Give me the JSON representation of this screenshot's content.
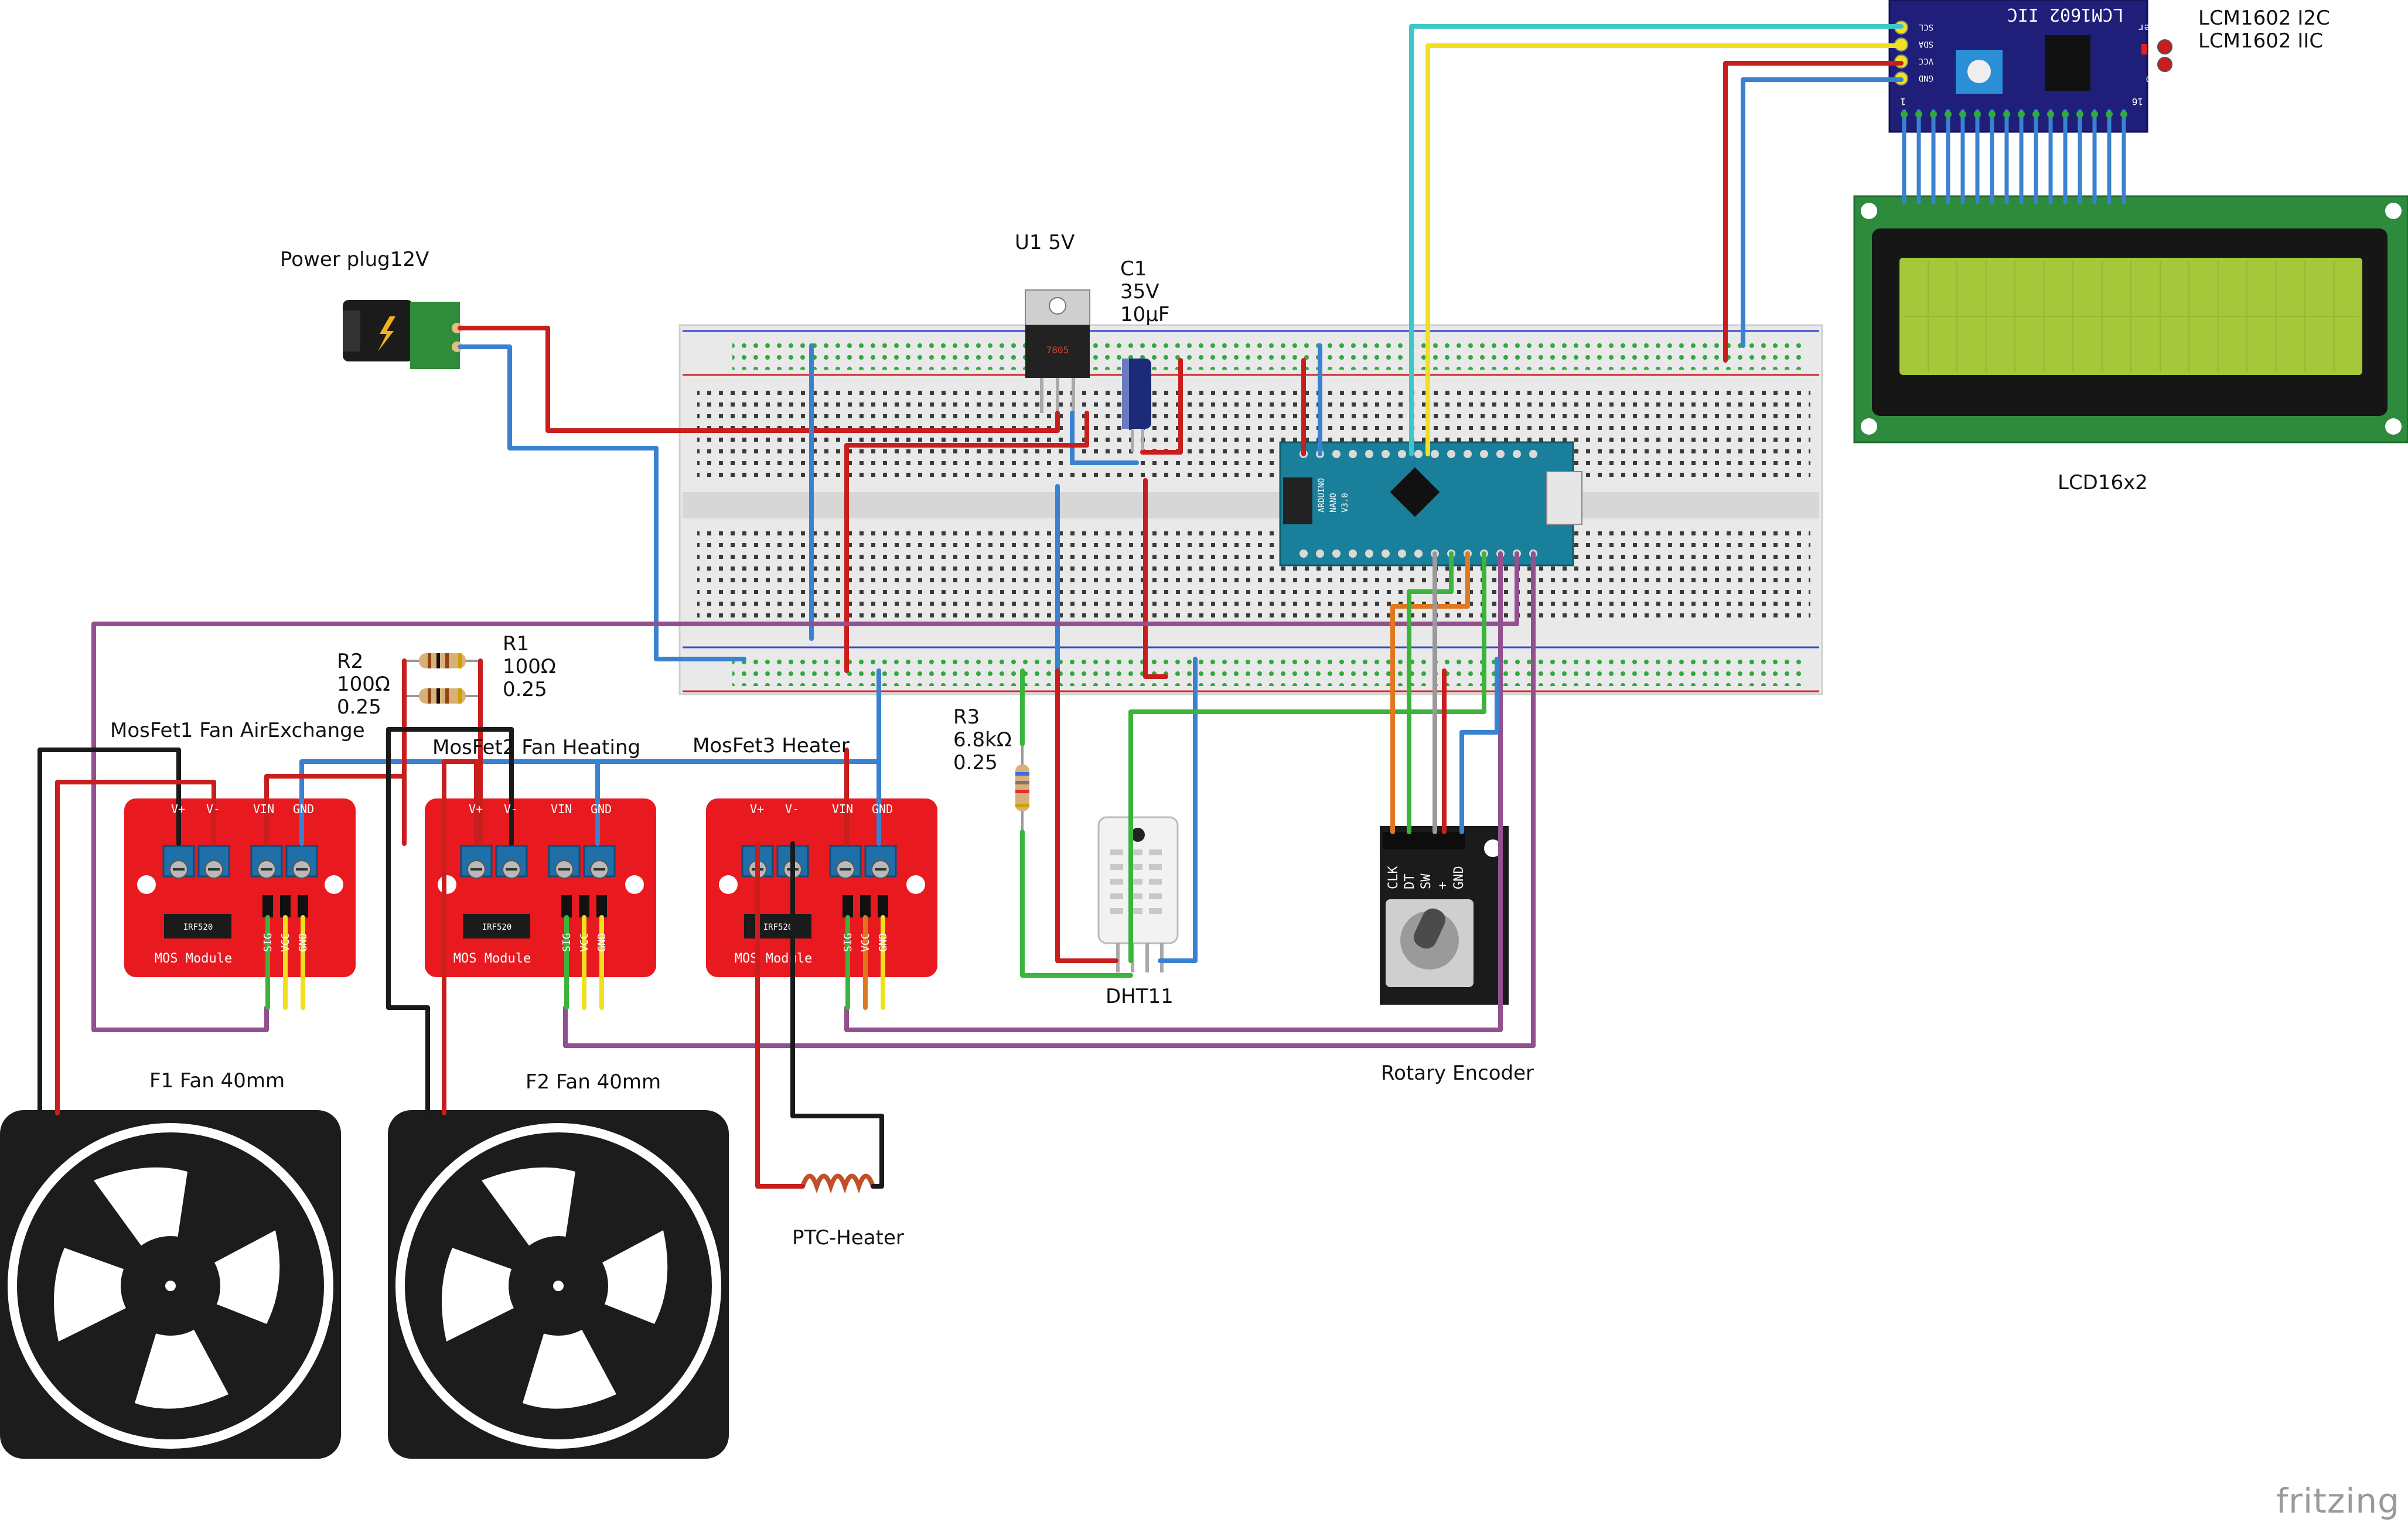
{
  "labels": {
    "power_plug": "Power plug12V",
    "u1": "U1 5V",
    "c1": [
      "C1",
      "35V",
      "10µF"
    ],
    "lcm": [
      "LCM1602 I2C",
      "LCM1602 IIC"
    ],
    "lcd": "LCD16x2",
    "r2": [
      "R2",
      "100Ω",
      "0.25"
    ],
    "r1": [
      "R1",
      "100Ω",
      "0.25"
    ],
    "r3": [
      "R3",
      "6.8kΩ",
      "0.25"
    ],
    "mosfet1": "MosFet1 Fan AirExchange",
    "mosfet2": "MosFet2 Fan Heating",
    "mosfet3": "MosFet3 Heater",
    "dht11": "DHT11",
    "rotary": "Rotary Encoder",
    "fan1": "F1 Fan 40mm",
    "fan2": "F2 Fan 40mm",
    "ptc": "PTC-Heater",
    "watermark": "fritzing"
  },
  "board_text": {
    "lcm_title": "LCM1602 IIC",
    "lcm_power": "Power",
    "lcm_pins": [
      "SCL",
      "SDA",
      "VCC",
      "GND"
    ],
    "lcm_led": "LED",
    "lcm_pin1": "1",
    "lcm_pin16": "16",
    "mos_module": "MOS Module",
    "mos_chip": "IRF520",
    "mos_terms": [
      "V+",
      "V-",
      "VIN",
      "GND"
    ],
    "mos_pins": [
      "SIG",
      "VCC",
      "GND"
    ],
    "encoder_pins": [
      "CLK",
      "DT",
      "SW",
      "+",
      "GND"
    ],
    "regulator": "7805",
    "nano": [
      "ARDUINO",
      "NANO",
      "V3.0"
    ]
  },
  "colors": {
    "wire_red": "#c81e1e",
    "wire_blue": "#3a82d0",
    "wire_purple": "#93508f",
    "wire_black": "#1a1a1a",
    "wire_green": "#3cb43c",
    "wire_cyan": "#3cc8c8",
    "wire_yellow": "#f0e020",
    "wire_orange": "#e07820",
    "wire_gray": "#9a9a9a",
    "mos_board": "#e8191f",
    "nano_board": "#1a7f9a",
    "lcd_board": "#2e8b3e",
    "lcd_screen": "#a4c83a",
    "i2c_board": "#1f1f7a"
  },
  "components": [
    {
      "name": "Power plug12V",
      "type": "dc-jack"
    },
    {
      "name": "U1 5V",
      "type": "voltage-regulator"
    },
    {
      "name": "C1",
      "type": "capacitor"
    },
    {
      "name": "Arduino Nano",
      "type": "microcontroller"
    },
    {
      "name": "LCM1602 IIC",
      "type": "i2c-adapter"
    },
    {
      "name": "LCD16x2",
      "type": "lcd"
    },
    {
      "name": "R1",
      "type": "resistor"
    },
    {
      "name": "R2",
      "type": "resistor"
    },
    {
      "name": "R3",
      "type": "resistor"
    },
    {
      "name": "MosFet1 Fan AirExchange",
      "type": "mosfet-module"
    },
    {
      "name": "MosFet2 Fan Heating",
      "type": "mosfet-module"
    },
    {
      "name": "MosFet3 Heater",
      "type": "mosfet-module"
    },
    {
      "name": "DHT11",
      "type": "sensor"
    },
    {
      "name": "Rotary Encoder",
      "type": "encoder"
    },
    {
      "name": "F1 Fan 40mm",
      "type": "fan"
    },
    {
      "name": "F2 Fan 40mm",
      "type": "fan"
    },
    {
      "name": "PTC-Heater",
      "type": "heater"
    }
  ]
}
